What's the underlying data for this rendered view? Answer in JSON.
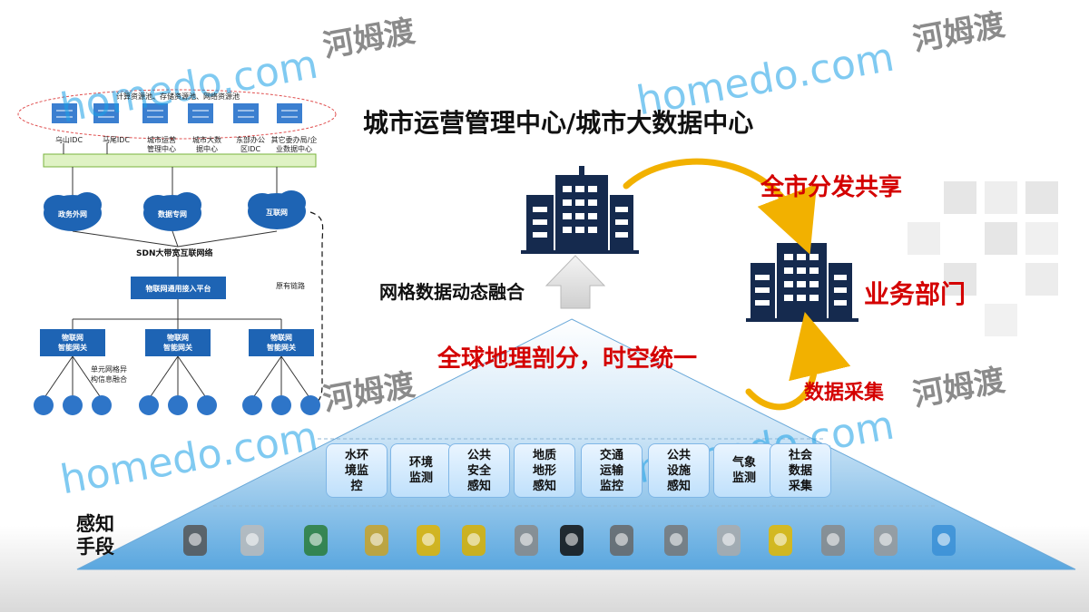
{
  "title": "城市运营管理中心/城市大数据中心",
  "labels": {
    "share": "全市分发共享",
    "dept": "业务部门",
    "collect": "数据采集",
    "fusion": "网格数据动态融合",
    "grid": "全球地理剖分，时空统一",
    "sensing": [
      "感知",
      "手段"
    ]
  },
  "categories": [
    [
      "水环",
      "境监",
      "控"
    ],
    [
      "环境",
      "监测"
    ],
    [
      "公共",
      "安全",
      "感知"
    ],
    [
      "地质",
      "地形",
      "感知"
    ],
    [
      "交通",
      "运输",
      "监控"
    ],
    [
      "公共",
      "设施",
      "感知"
    ],
    [
      "气象",
      "监测"
    ],
    [
      "社会",
      "数据",
      "采集"
    ]
  ],
  "sensor_icons": [
    "speed-dome-camera",
    "smoke-detector",
    "display-terminal",
    "satellite",
    "buoy-station",
    "water-level-sensor",
    "bullet-camera",
    "dome-camera",
    "weather-station",
    "rain-gauge",
    "gas-sensor",
    "handheld-detector",
    "street-lamp-sensor",
    "meter-gauge",
    "globe-sensor"
  ],
  "network": {
    "cloud_label": "计算资源池、存储资源池、网络资源池",
    "idcs": [
      [
        "乌山IDC"
      ],
      [
        "马尾IDC"
      ],
      [
        "城市运营",
        "管理中心"
      ],
      [
        "城市大数",
        "据中心"
      ],
      [
        "东部办公",
        "区IDC"
      ],
      [
        "其它委办局/企",
        "业数据中心"
      ]
    ],
    "clouds": [
      "政务外网",
      "数据专网",
      "互联网"
    ],
    "sdn": "SDN大带宽互联网络",
    "platform": "物联网通用接入平台",
    "original_link": "原有链路",
    "gateways": [
      [
        "物联网",
        "智能网关"
      ],
      [
        "物联网",
        "智能网关"
      ],
      [
        "物联网",
        "智能网关"
      ]
    ],
    "unit_fusion": [
      "单元网格异",
      "构信息融合"
    ]
  },
  "watermarks": {
    "brand": "homedo.com",
    "cn": "河姆渡"
  },
  "colors": {
    "accent_red": "#d40000",
    "building_navy": "#152a4e",
    "net_blue": "#1e64b4",
    "pyramid_top": "#ffffff",
    "pyramid_bottom": "#5aa7df"
  }
}
